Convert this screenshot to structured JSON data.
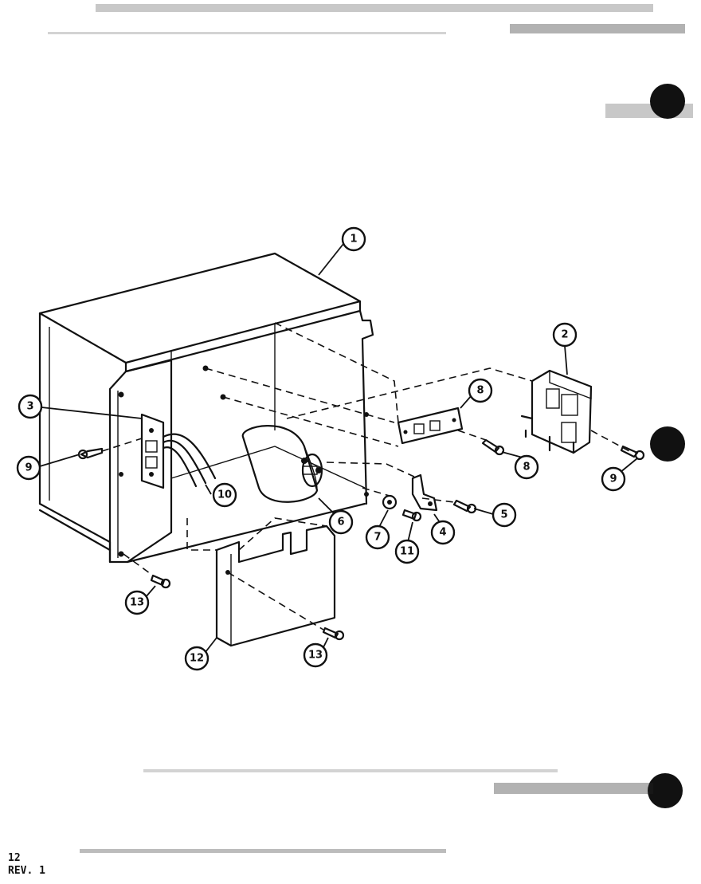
{
  "callouts": [
    {
      "id": "1",
      "label": "1"
    },
    {
      "id": "2",
      "label": "2"
    },
    {
      "id": "3",
      "label": "3"
    },
    {
      "id": "4",
      "label": "4"
    },
    {
      "id": "5",
      "label": "5"
    },
    {
      "id": "6",
      "label": "6"
    },
    {
      "id": "7",
      "label": "7"
    },
    {
      "id": "8a",
      "label": "8"
    },
    {
      "id": "8b",
      "label": "8"
    },
    {
      "id": "9a",
      "label": "9"
    },
    {
      "id": "9b",
      "label": "9"
    },
    {
      "id": "10",
      "label": "10"
    },
    {
      "id": "11",
      "label": "11"
    },
    {
      "id": "12",
      "label": "12"
    },
    {
      "id": "13a",
      "label": "13"
    },
    {
      "id": "13b",
      "label": "13"
    }
  ],
  "footer": {
    "page_number": "12",
    "revision": "REV. 1"
  }
}
